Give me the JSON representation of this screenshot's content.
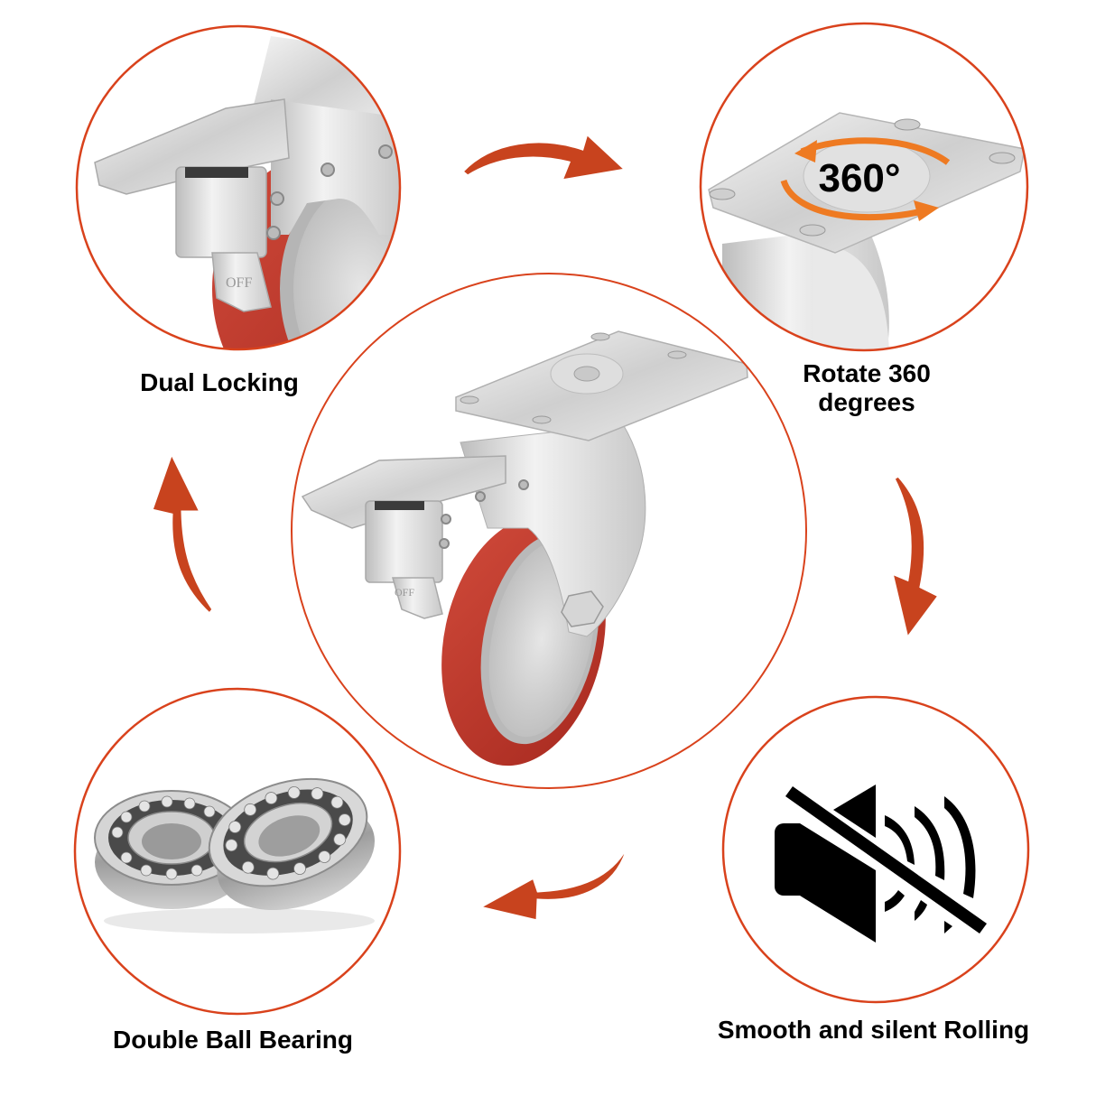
{
  "colors": {
    "ring": "#d9421c",
    "arrow": "#c8431e",
    "arrow_dark": "#a8361a",
    "rotate_arrow": "#ee7a22",
    "wheel_red": "#c0392b",
    "chrome": "#d9d9d9",
    "text": "#000000"
  },
  "features": [
    {
      "id": "dual-locking",
      "label": "Dual Locking",
      "image": "brake-lock-closeup",
      "embossed_text": "OFF"
    },
    {
      "id": "rotate-360",
      "label_line1": "Rotate 360",
      "label_line2": "degrees",
      "image": "swivel-plate-closeup",
      "overlay_text": "360°"
    },
    {
      "id": "double-ball-bearing",
      "label": "Double Ball Bearing",
      "image": "ball-bearings"
    },
    {
      "id": "silent-rolling",
      "label": "Smooth and silent Rolling",
      "image": "speaker-muted-icon"
    }
  ],
  "center_product": {
    "image": "swivel-caster-with-brake",
    "embossed_text": "OFF"
  },
  "arrows": [
    "arrow-right-top",
    "arrow-down-right",
    "arrow-left-bottom",
    "arrow-up-left"
  ]
}
